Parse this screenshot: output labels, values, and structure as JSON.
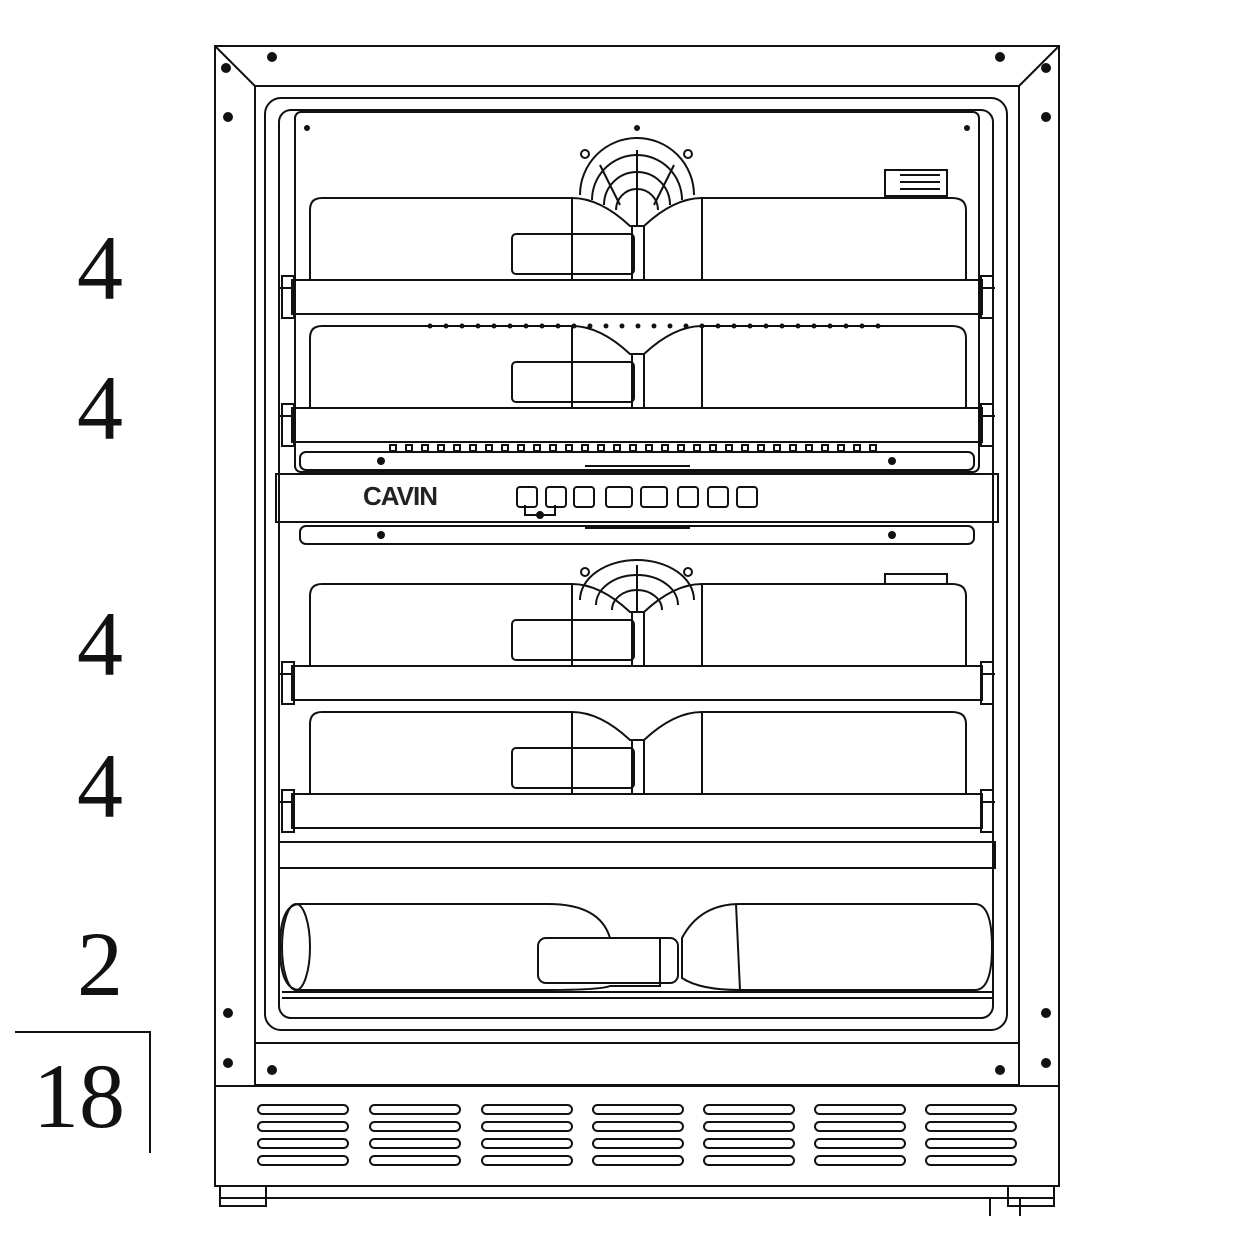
{
  "brand": "CAVIN",
  "shelf_counts": [
    "4",
    "4",
    "4",
    "4",
    "2"
  ],
  "total_count": "18",
  "control_panel": {
    "buttons": [
      "light-icon",
      "lock-icon",
      "power-icon",
      "zone-1-display",
      "zone-2-display",
      "up-arrow-icon",
      "down-arrow-icon",
      "wave-icon"
    ]
  },
  "colors": {
    "line": "#111111",
    "background": "#ffffff"
  }
}
